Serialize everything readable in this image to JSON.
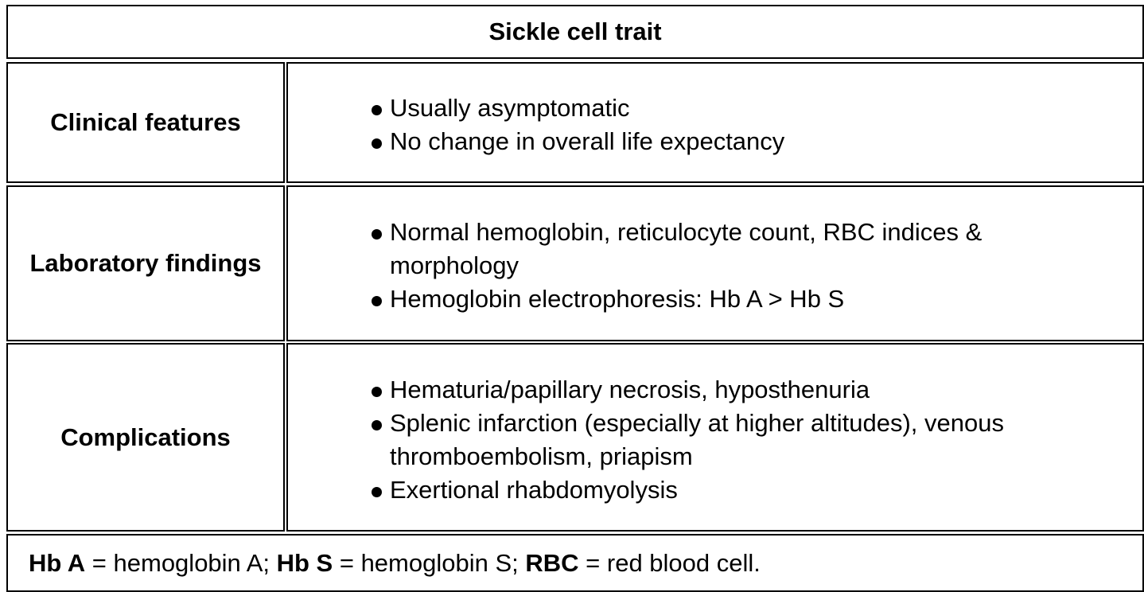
{
  "title": "Sickle cell trait",
  "rows": [
    {
      "label": "Clinical features",
      "items": [
        "Usually asymptomatic",
        "No change in overall life expectancy"
      ]
    },
    {
      "label": "Laboratory findings",
      "items": [
        "Normal hemoglobin, reticulocyte count, RBC indices & morphology",
        "Hemoglobin electrophoresis: Hb A > Hb S"
      ]
    },
    {
      "label": "Complications",
      "items": [
        "Hematuria/papillary necrosis, hyposthenuria",
        "Splenic infarction (especially at higher altitudes), venous thromboembolism, priapism",
        "Exertional rhabdomyolysis"
      ]
    }
  ],
  "footer": {
    "abbr1": "Hb A",
    "def1": " = hemoglobin A; ",
    "abbr2": "Hb S",
    "def2": " = hemoglobin S; ",
    "abbr3": "RBC",
    "def3": " = red blood cell."
  }
}
